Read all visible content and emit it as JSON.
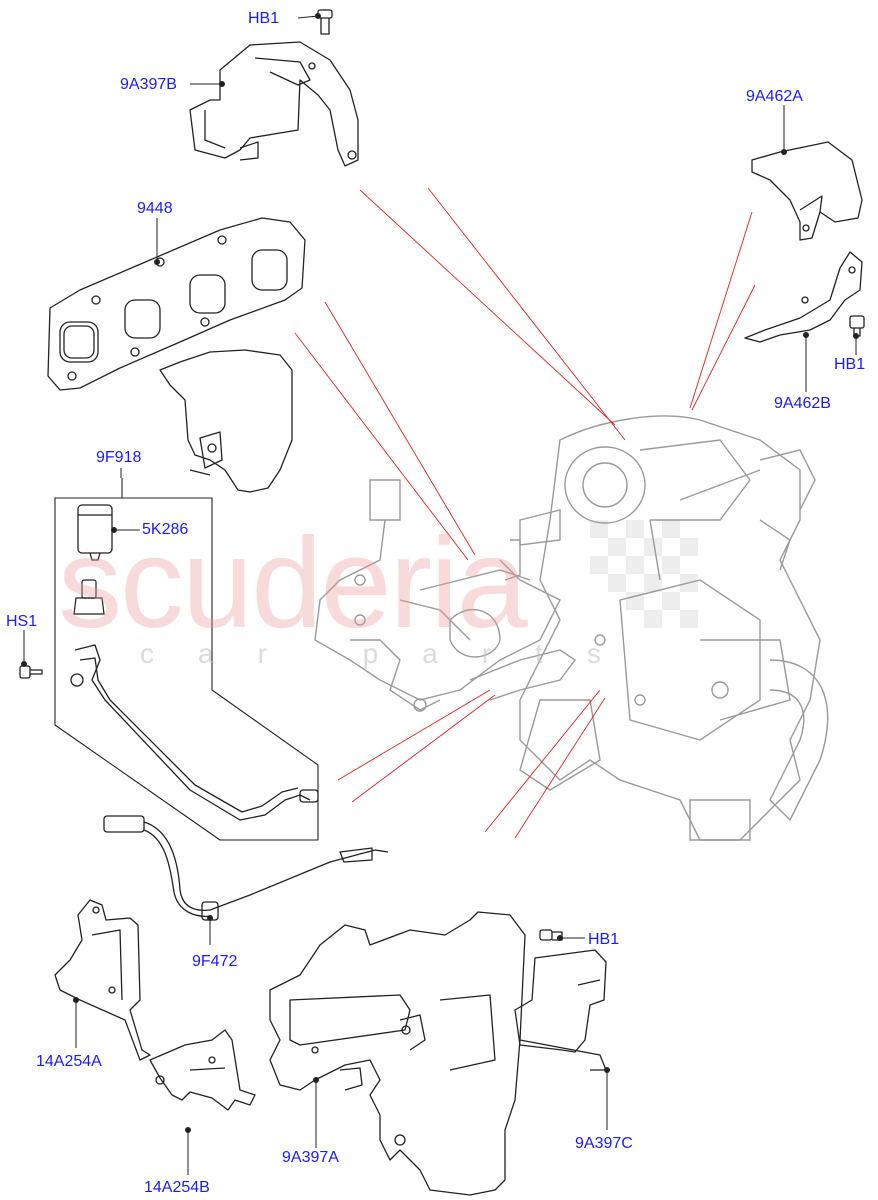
{
  "watermark": {
    "brand": "scuderia",
    "tagline": "car parts"
  },
  "callouts": [
    {
      "id": "HB1-top",
      "text": "HB1"
    },
    {
      "id": "9A397B",
      "text": "9A397B"
    },
    {
      "id": "9448",
      "text": "9448"
    },
    {
      "id": "9F918",
      "text": "9F918"
    },
    {
      "id": "5K286",
      "text": "5K286"
    },
    {
      "id": "HS1",
      "text": "HS1"
    },
    {
      "id": "9F472",
      "text": "9F472"
    },
    {
      "id": "14A254A",
      "text": "14A254A"
    },
    {
      "id": "14A254B",
      "text": "14A254B"
    },
    {
      "id": "9A397A",
      "text": "9A397A"
    },
    {
      "id": "HB1-low",
      "text": "HB1"
    },
    {
      "id": "9A397C",
      "text": "9A397C"
    },
    {
      "id": "9A462A",
      "text": "9A462A"
    },
    {
      "id": "HB1-right",
      "text": "HB1"
    },
    {
      "id": "9A462B",
      "text": "9A462B"
    }
  ],
  "colors": {
    "callout_text": "#1a1aff",
    "leader_line": "#e02020",
    "part_outline": "#222222",
    "engine_outline": "#9a9a9a",
    "watermark": "#f0a0a0"
  }
}
